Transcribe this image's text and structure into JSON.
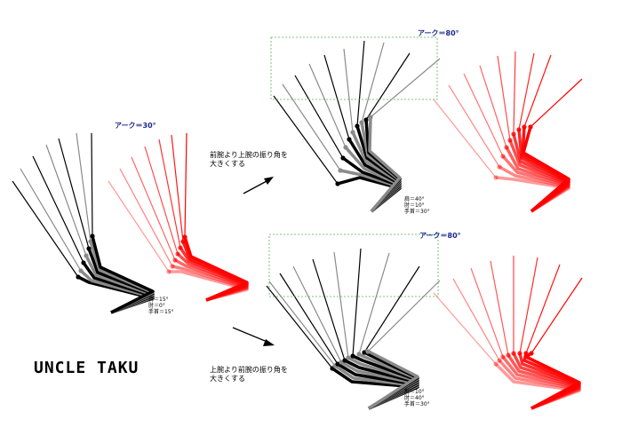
{
  "arc_labels": {
    "left": "アーク＝30°",
    "top_right": "アーク＝80°",
    "bottom_right": "アーク＝80°"
  },
  "notes": {
    "upper_line1": "前腕より上腕の振り角を",
    "upper_line2": "大きくする",
    "lower_line1": "上腕より前腕の振り角を",
    "lower_line2": "大きくする"
  },
  "angles": {
    "left": [
      "肩＝15°",
      "肘＝0°",
      "手首＝15°"
    ],
    "top": [
      "肩＝40°",
      "肘＝10°",
      "手首＝30°"
    ],
    "bottom": [
      "肩＝10°",
      "肘＝40°",
      "手首＝30°"
    ]
  },
  "brand": "UNCLE TAKU",
  "colors": {
    "black_figure": "#000000",
    "red_figure": "#ff0000",
    "arc_label": "#1a2a8c",
    "guide_box": "#59b359"
  }
}
